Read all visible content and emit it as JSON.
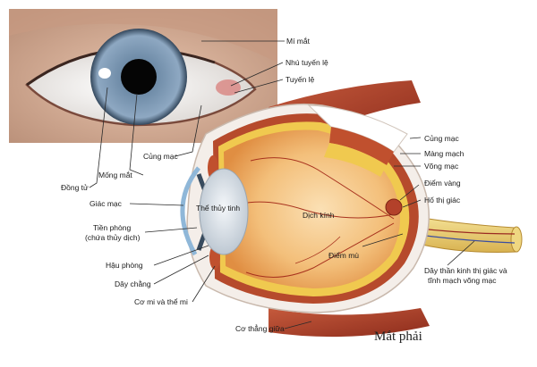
{
  "title": "Mắt phải",
  "labels": {
    "mi_mat": "Mí mắt",
    "nhu_tuyen_le": "Nhú tuyến lệ",
    "tuyen_le": "Tuyến lệ",
    "cung_mac_left": "Củng mạc",
    "mong_mat": "Mống mắt",
    "dong_tu": "Đồng tử",
    "giac_mac": "Giác mạc",
    "tien_phong_1": "Tiền phòng",
    "tien_phong_2": "(chứa thủy dịch)",
    "hau_phong": "Hậu phòng",
    "day_chang": "Dây chằng",
    "co_mi": "Cơ mi và thể mi",
    "co_thang_giua": "Cơ thẳng giữa",
    "the_thuy_tinh": "Thể thủy tinh",
    "dich_kinh": "Dịch kính",
    "diem_mu": "Điểm mù",
    "cung_mac_right": "Củng mạc",
    "mang_mach": "Màng mạch",
    "vong_mac": "Võng mạc",
    "diem_vang": "Điểm vàng",
    "ho_thi_giac": "Hố thị giác",
    "day_than_kinh_1": "Dây thần kinh thị giác và",
    "day_than_kinh_2": "tĩnh mạch võng mạc"
  }
}
